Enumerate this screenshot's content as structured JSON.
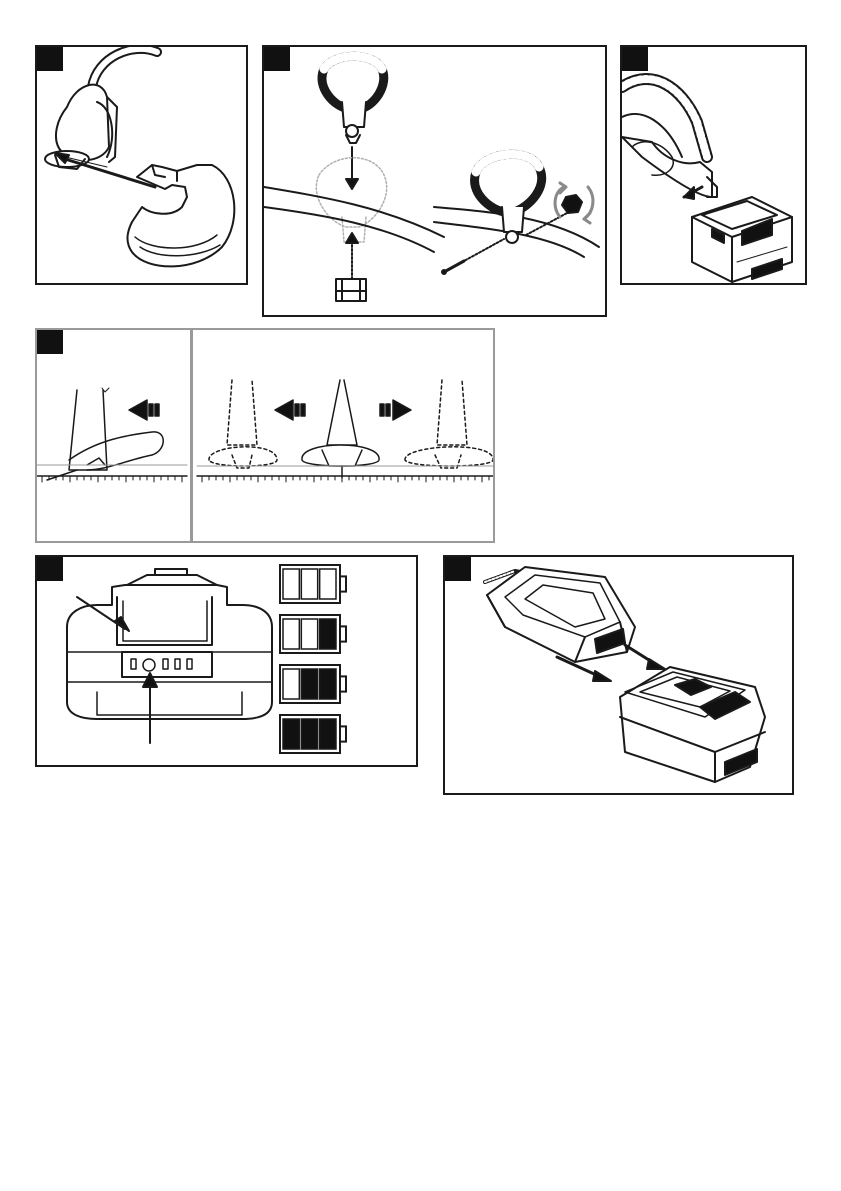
{
  "colors": {
    "line": "#1a1a1a",
    "frame_grey": "#9a9a9a",
    "ghost": "#b0b0b0",
    "fill_dark": "#111111",
    "rotate_arrow": "#8a8a8a"
  },
  "panels": [
    {
      "id": "guard-fitting",
      "icon": "guard-attach-illustration"
    },
    {
      "id": "handle-fitting",
      "icon": "handle-attach-illustration"
    },
    {
      "id": "battery-insert",
      "icon": "battery-insert-illustration"
    },
    {
      "id": "cutting-position",
      "icon": "cutting-angle-illustration"
    },
    {
      "id": "charge-indicator",
      "icon": "battery-level-illustration"
    },
    {
      "id": "charger-connect",
      "icon": "charger-connect-illustration"
    }
  ],
  "battery_levels": [
    {
      "filled_bars": 0,
      "total_bars": 3
    },
    {
      "filled_bars": 1,
      "total_bars": 3
    },
    {
      "filled_bars": 2,
      "total_bars": 3
    },
    {
      "filled_bars": 3,
      "total_bars": 3
    }
  ]
}
